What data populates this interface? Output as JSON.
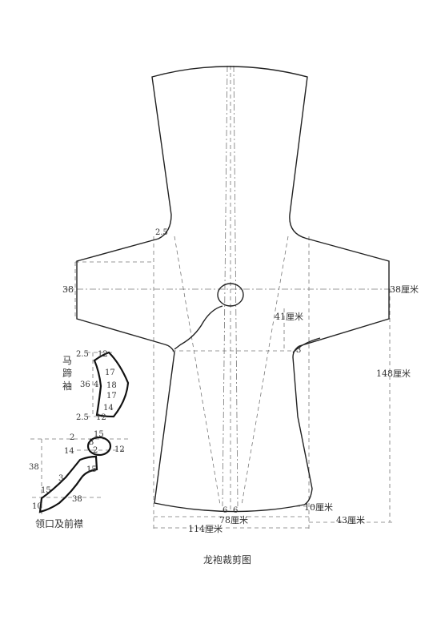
{
  "caption": "龙袍裁剪图",
  "main_labels": {
    "sleeve_width_left": "38",
    "sleeve_width_right": "38厘米",
    "armhole_depth": "41厘米",
    "armhole_mark": "3",
    "total_length": "148厘米",
    "collar_mark": "2.5",
    "hem_flare": "10厘米",
    "hem_center_a": "6",
    "hem_center_b": "6",
    "inner_width": "78厘米",
    "half_width": "43厘米",
    "full_width": "114厘米"
  },
  "cuff": {
    "title_chars": [
      "马",
      "蹄",
      "袖"
    ],
    "top_left": "2.5",
    "top_right": "12",
    "height": "36",
    "inner": "4",
    "m17a": "17",
    "m18": "18",
    "m17b": "17",
    "m14": "14",
    "bottom_left": "2.5",
    "bottom_right": "12"
  },
  "collar": {
    "title": "领口及前襟",
    "m15_top": "15",
    "m2_left": "2",
    "m3_in": "3",
    "m2_in": "2",
    "m14": "14",
    "m12": "12",
    "m38_left": "38",
    "m15_right": "15",
    "m3_lower": "3",
    "m15_lower": "15",
    "m10": "10",
    "m38_bottom": "38"
  }
}
